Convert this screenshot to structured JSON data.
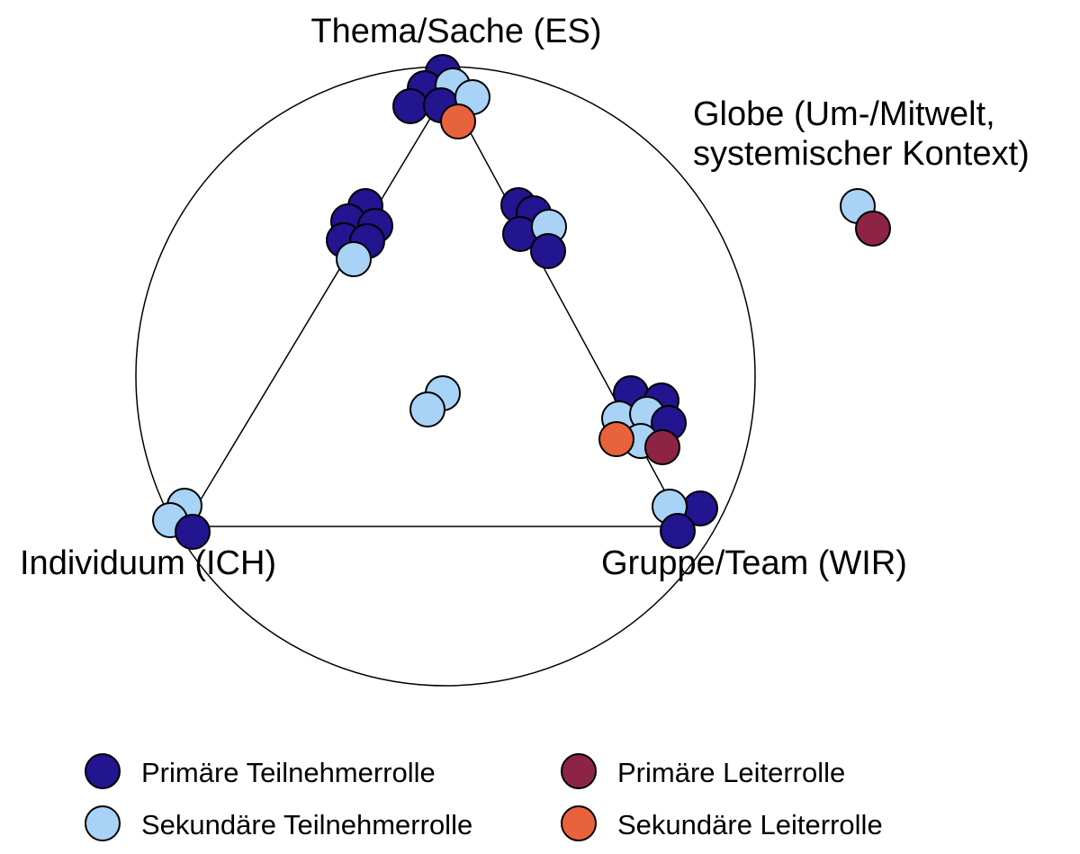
{
  "labels": {
    "top": "Thema/Sache (ES)",
    "left": "Individuum (ICH)",
    "right": "Gruppe/Team (WIR)",
    "globe_line1": "Globe (Um-/Mitwelt,",
    "globe_line2": "systemischer Kontext)"
  },
  "legend": [
    {
      "key": "primary_participant",
      "label": "Primäre Teilnehmerrolle",
      "color": "#23148f"
    },
    {
      "key": "primary_leader",
      "label": "Primäre Leiterrolle",
      "color": "#8e2445"
    },
    {
      "key": "secondary_participant",
      "label": "Sekundäre Teilnehmerrolle",
      "color": "#a8d3f6"
    },
    {
      "key": "secondary_leader",
      "label": "Sekundäre Leiterrolle",
      "color": "#e8623c"
    }
  ]
}
